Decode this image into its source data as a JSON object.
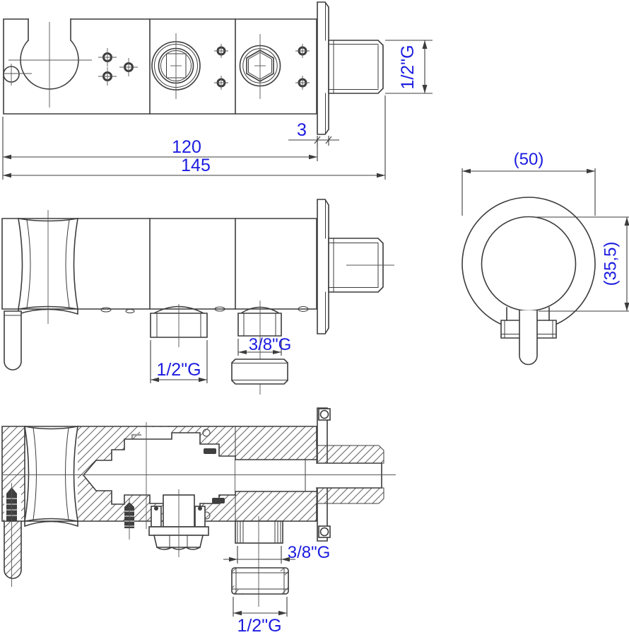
{
  "document": {
    "type": "technical-drawing",
    "subject": "wall-mounted mixer valve body - orthographic views with cross-section"
  },
  "colors": {
    "line": "#3c3c3c",
    "dimension_text": "#1c1ce0",
    "background": "#ffffff"
  },
  "views": {
    "top": {
      "name": "top-view",
      "dims": {
        "flange_thickness": "3",
        "body_length": "120",
        "overall_length": "145",
        "inlet_thread": "1/2\"G"
      }
    },
    "side": {
      "name": "side-view",
      "dims": {
        "escutcheon_diameter": "(50)",
        "knob_diameter": "(35,5)"
      }
    },
    "front": {
      "name": "front-view",
      "dims": {
        "left_outlet_thread": "1/2\"G",
        "right_outlet_thread": "3/8\"G"
      }
    },
    "section": {
      "name": "section-view",
      "dims": {
        "outlet_thread": "3/8\"G",
        "adapter_thread": "1/2\"G"
      }
    }
  }
}
